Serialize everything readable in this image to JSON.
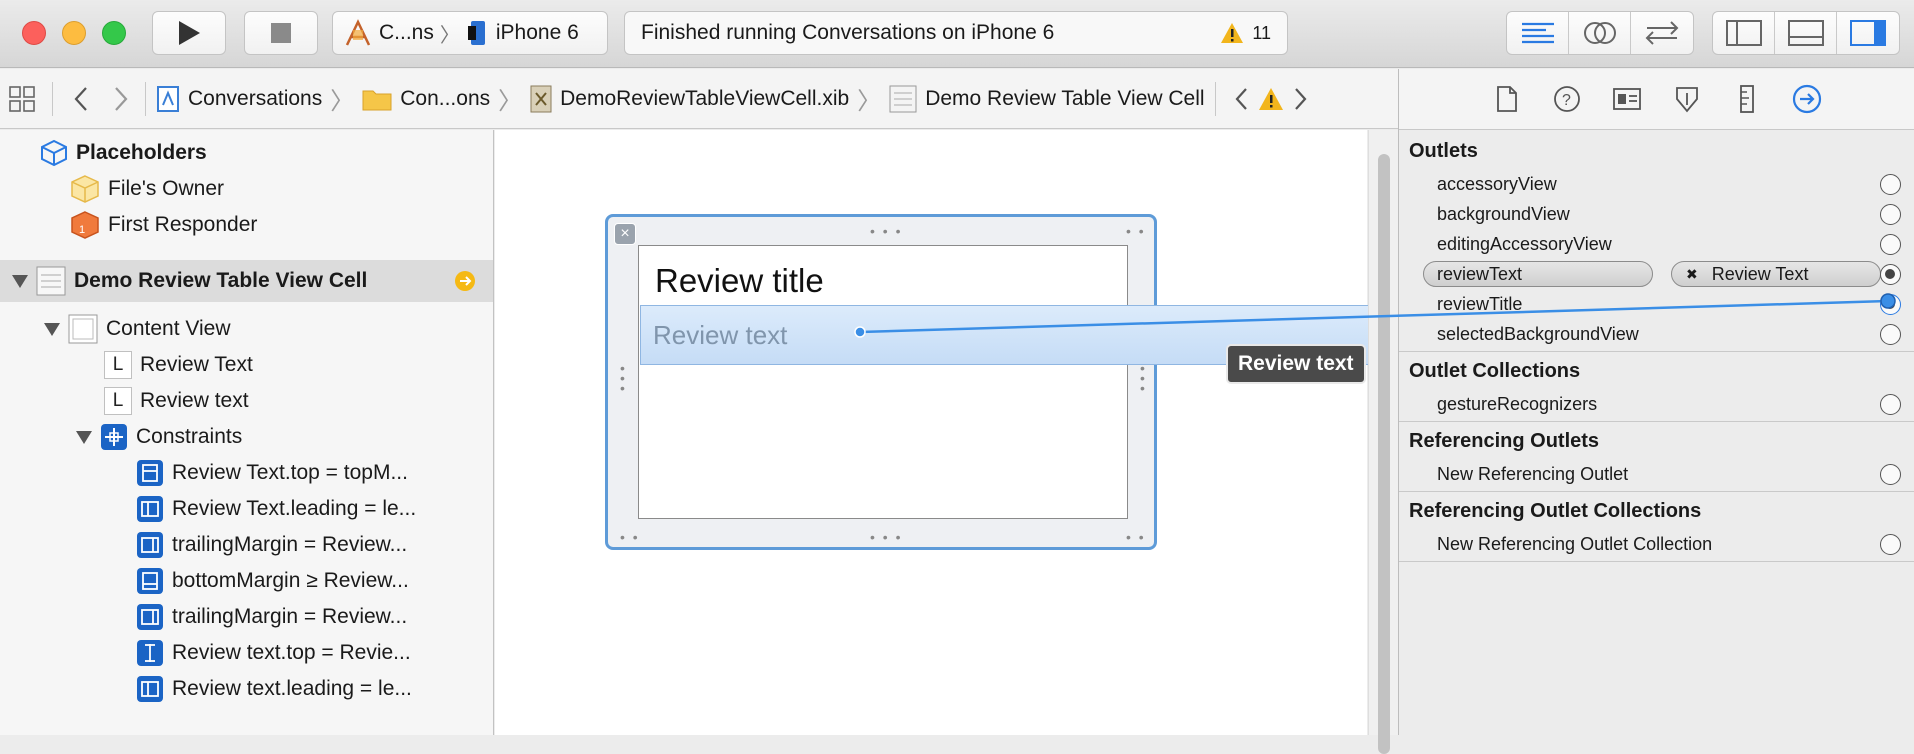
{
  "toolbar": {
    "scheme_name": "C...ns",
    "device": "iPhone 6",
    "activity_status": "Finished running Conversations on iPhone 6",
    "warning_count": "11"
  },
  "jumpbar": {
    "project": "Conversations",
    "folder": "Con...ons",
    "file": "DemoReviewTableViewCell.xib",
    "object": "Demo Review Table View Cell"
  },
  "outline": {
    "placeholders_header": "Placeholders",
    "files_owner": "File's Owner",
    "first_responder": "First Responder",
    "cell": "Demo Review Table View Cell",
    "content_view": "Content View",
    "label_prefix": "L",
    "review_text_label": "Review Text",
    "review_text_label2": "Review text",
    "constraints": "Constraints",
    "constraint_items": [
      "Review Text.top = topM...",
      "Review Text.leading = le...",
      "trailingMargin = Review...",
      "bottomMargin ≥ Review...",
      "trailingMargin = Review...",
      "Review text.top = Revie...",
      "Review text.leading = le..."
    ]
  },
  "canvas": {
    "review_title": "Review title",
    "review_text": "Review text",
    "tooltip": "Review text",
    "close_glyph": "×",
    "handle_glyph": "• • •"
  },
  "inspector": {
    "outlets_title": "Outlets",
    "outlets": [
      "accessoryView",
      "backgroundView",
      "editingAccessoryView",
      "reviewText",
      "reviewTitle",
      "selectedBackgroundView"
    ],
    "connected_outlet_target": "Review Text",
    "disconnect_glyph": "✖",
    "outlet_collections_title": "Outlet Collections",
    "gesture_recognizers": "gestureRecognizers",
    "referencing_outlets_title": "Referencing Outlets",
    "new_referencing_outlet": "New Referencing Outlet",
    "referencing_outlet_collections_title": "Referencing Outlet Collections",
    "new_referencing_outlet_collection": "New Referencing Outlet Collection"
  },
  "colors": {
    "accent_blue": "#1b64c5",
    "connection_line": "#3a8ee6",
    "selection_bg": "#dcdcdc"
  }
}
